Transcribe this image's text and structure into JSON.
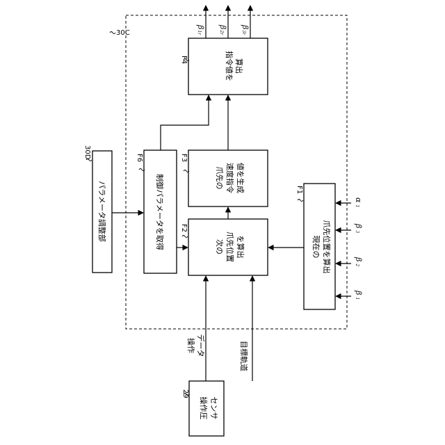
{
  "diagram": {
    "enclosure": {
      "ref": "30C"
    },
    "blocks": {
      "f4": {
        "ref": "F4",
        "lines": [
          "指令値を",
          "算出"
        ]
      },
      "f6": {
        "ref": "F6",
        "lines": [
          "制御パラメータを取得"
        ]
      },
      "f3": {
        "ref": "F3",
        "lines": [
          "爪先の",
          "速度指令",
          "値を生成"
        ]
      },
      "f2": {
        "ref": "F2",
        "lines": [
          "次の",
          "爪先位置",
          "を算出"
        ]
      },
      "f1": {
        "ref": "F1",
        "lines": [
          "現在の",
          "爪先位置を算出"
        ]
      },
      "d30": {
        "ref": "30D",
        "lines": [
          "パラメータ調整部"
        ]
      },
      "s29": {
        "ref": "29",
        "lines": [
          "操作圧",
          "センサ"
        ]
      }
    },
    "signals": {
      "op_data": [
        "操作",
        "データ"
      ],
      "target_path": "目標軌道",
      "outputs": [
        {
          "base": "β",
          "sub": "1r"
        },
        {
          "base": "β",
          "sub": "2r"
        },
        {
          "base": "β",
          "sub": "3r"
        }
      ],
      "inputs": [
        {
          "base": "α",
          "sub": "1"
        },
        {
          "base": "β",
          "sub": "3"
        },
        {
          "base": "β",
          "sub": "2"
        },
        {
          "base": "β",
          "sub": "1"
        }
      ]
    }
  }
}
